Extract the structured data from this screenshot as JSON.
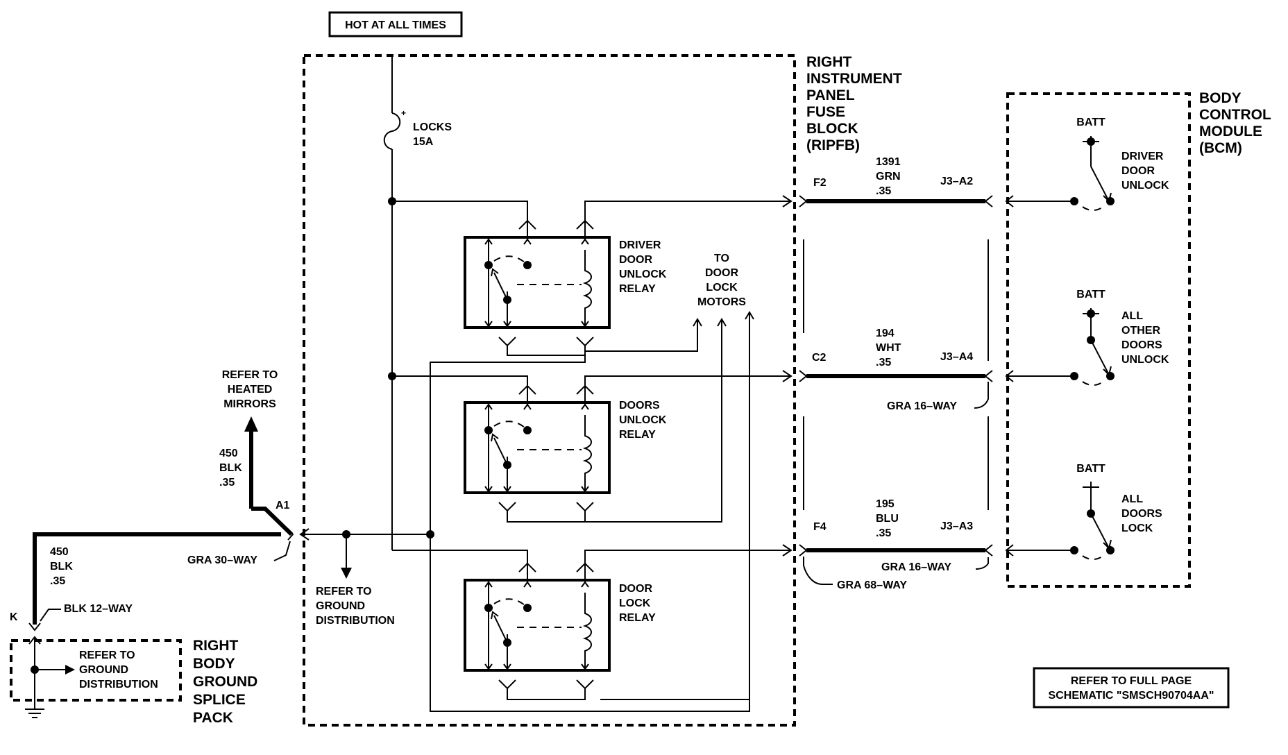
{
  "hot_at_all_times": "HOT AT ALL TIMES",
  "fuse": {
    "name": "LOCKS",
    "rating": "15A",
    "plus": "+"
  },
  "ripfb": {
    "lines": [
      "RIGHT",
      "INSTRUMENT",
      "PANEL",
      "FUSE",
      "BLOCK",
      "(RIPFB)"
    ]
  },
  "bcm": {
    "lines": [
      "BODY",
      "CONTROL",
      "MODULE",
      "(BCM)"
    ]
  },
  "relays": [
    {
      "lines": [
        "DRIVER",
        "DOOR",
        "UNLOCK",
        "RELAY"
      ]
    },
    {
      "lines": [
        "DOORS",
        "UNLOCK",
        "RELAY"
      ]
    },
    {
      "lines": [
        "DOOR",
        "LOCK",
        "RELAY"
      ]
    }
  ],
  "to_motors": {
    "lines": [
      "TO",
      "DOOR",
      "LOCK",
      "MOTORS"
    ]
  },
  "circuits": [
    {
      "left_pin": "F2",
      "circuit": "1391",
      "color": "GRN",
      "gauge": ".35",
      "right_pin": "J3–A2"
    },
    {
      "left_pin": "C2",
      "circuit": "194",
      "color": "WHT",
      "gauge": ".35",
      "right_pin": "J3–A4"
    },
    {
      "left_pin": "F4",
      "circuit": "195",
      "color": "BLU",
      "gauge": ".35",
      "right_pin": "J3–A3"
    }
  ],
  "connectors": {
    "gra16_a": "GRA 16–WAY",
    "gra16_b": "GRA 16–WAY",
    "gra68": "GRA 68–WAY",
    "gra30": "GRA 30–WAY",
    "blk12": "BLK 12–WAY"
  },
  "bcm_switches": [
    {
      "batt": "BATT",
      "lines": [
        "DRIVER",
        "DOOR",
        "UNLOCK"
      ]
    },
    {
      "batt": "BATT",
      "lines": [
        "ALL",
        "OTHER",
        "DOORS",
        "UNLOCK"
      ]
    },
    {
      "batt": "BATT",
      "lines": [
        "ALL",
        "DOORS",
        "LOCK"
      ]
    }
  ],
  "heated_mirrors": {
    "lines": [
      "REFER TO",
      "HEATED",
      "MIRRORS"
    ]
  },
  "wire_450_upper": {
    "lines": [
      "450",
      "BLK",
      ".35"
    ]
  },
  "wire_450_lower": {
    "lines": [
      "450",
      "BLK",
      ".35"
    ]
  },
  "pin_a1": "A1",
  "pin_k": "K",
  "ground_dist_center": {
    "lines": [
      "REFER TO",
      "GROUND",
      "DISTRIBUTION"
    ]
  },
  "ground_dist_box": {
    "lines": [
      "REFER TO",
      "GROUND",
      "DISTRIBUTION"
    ]
  },
  "splice_pack": {
    "lines": [
      "RIGHT",
      "BODY",
      "GROUND",
      "SPLICE",
      "PACK"
    ]
  },
  "full_page_ref": {
    "lines": [
      "REFER TO FULL PAGE",
      "SCHEMATIC \"SMSCH90704AA\""
    ]
  }
}
